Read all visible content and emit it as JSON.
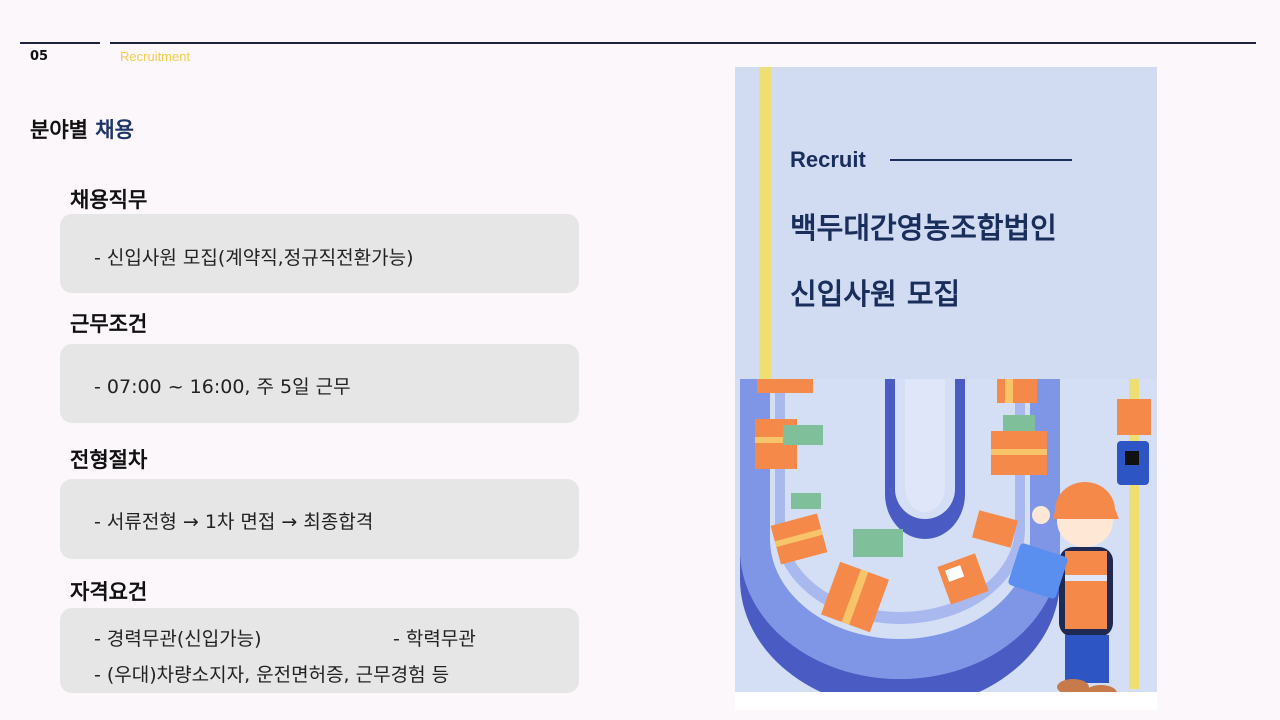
{
  "header": {
    "page_number": "05",
    "section_label": "Recruitment"
  },
  "title": {
    "part1": "분야별 ",
    "part2": "채용"
  },
  "sections": [
    {
      "heading": "채용직무",
      "lines": [
        "- 신입사원 모집(계약직,정규직전환가능)"
      ]
    },
    {
      "heading": "근무조건",
      "lines": [
        "- 07:00 ~ 16:00, 주 5일 근무"
      ]
    },
    {
      "heading": "전형절차",
      "lines": [
        "- 서류전형  →  1차 면접  →  최종합격"
      ]
    },
    {
      "heading": "자격요건",
      "lines": [
        "- 경력무관(신입가능)",
        "- 학력무관",
        "- (우대)차량소지자, 운전면허증, 근무경험 등"
      ]
    }
  ],
  "poster": {
    "recruit_word": "Recruit",
    "title_line1": "백두대간영농조합법인",
    "title_line2": "신입사원 모집",
    "colors": {
      "navy": "#1a2e5c",
      "yellow": "#eedf75",
      "box_orange": "#f4894a",
      "belt_blue": "#5a6fd0"
    }
  }
}
